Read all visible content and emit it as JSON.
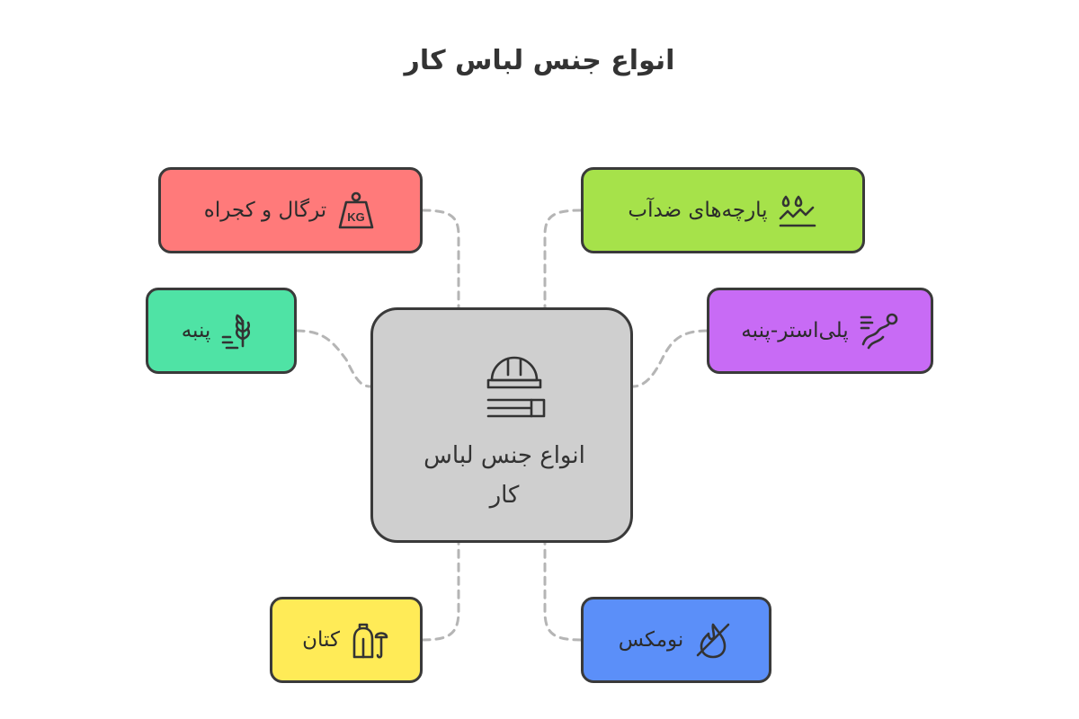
{
  "title": "انواع جنس لباس کار",
  "center": {
    "label": "انواع جنس لباس کار",
    "icon": "hardhat-fabric-icon",
    "color": "#cfcfcf"
  },
  "nodes": [
    {
      "id": "tergal",
      "label": "ترگال و کجراه",
      "icon": "weight-kg-icon",
      "color": "#ff7a7a"
    },
    {
      "id": "waterproof",
      "label": "پارچه‌های ضدآب",
      "icon": "water-drops-icon",
      "color": "#a6e24a"
    },
    {
      "id": "cotton",
      "label": "پنبه",
      "icon": "cotton-plant-icon",
      "color": "#4fe3a5"
    },
    {
      "id": "polyester-cotton",
      "label": "پلی‌استر-پنبه",
      "icon": "fiber-flow-icon",
      "color": "#c86bf5"
    },
    {
      "id": "linen",
      "label": "کتان",
      "icon": "raincoat-umbrella-icon",
      "color": "#ffeb57"
    },
    {
      "id": "nomex",
      "label": "نومکس",
      "icon": "no-fire-icon",
      "color": "#5b8ff9"
    }
  ],
  "connector_color": "#b5b5b5"
}
